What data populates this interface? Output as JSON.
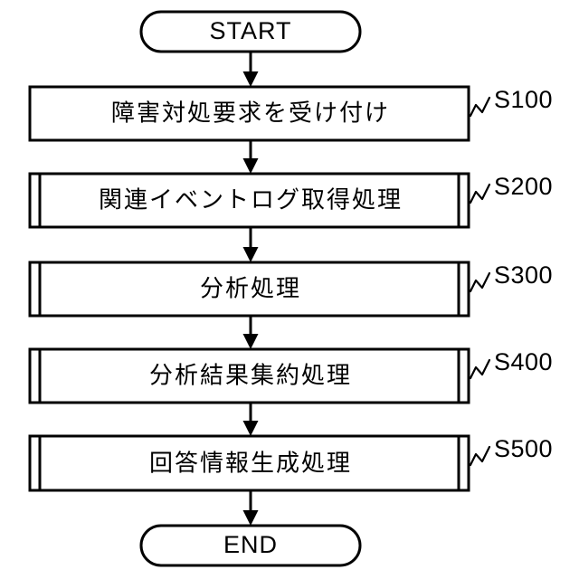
{
  "diagram": {
    "type": "flowchart",
    "orientation": "top-to-bottom",
    "background_color": "#ffffff",
    "stroke_color": "#000000",
    "start": {
      "label": "START",
      "shape": "terminator"
    },
    "end": {
      "label": "END",
      "shape": "terminator"
    },
    "steps": [
      {
        "text": "障害対処要求を受け付け",
        "step_label": "S100",
        "shape": "process"
      },
      {
        "text": "関連イベントログ取得処理",
        "step_label": "S200",
        "shape": "predefined-process"
      },
      {
        "text": "分析処理",
        "step_label": "S300",
        "shape": "predefined-process"
      },
      {
        "text": "分析結果集約処理",
        "step_label": "S400",
        "shape": "predefined-process"
      },
      {
        "text": "回答情報生成処理",
        "step_label": "S500",
        "shape": "predefined-process"
      }
    ]
  }
}
